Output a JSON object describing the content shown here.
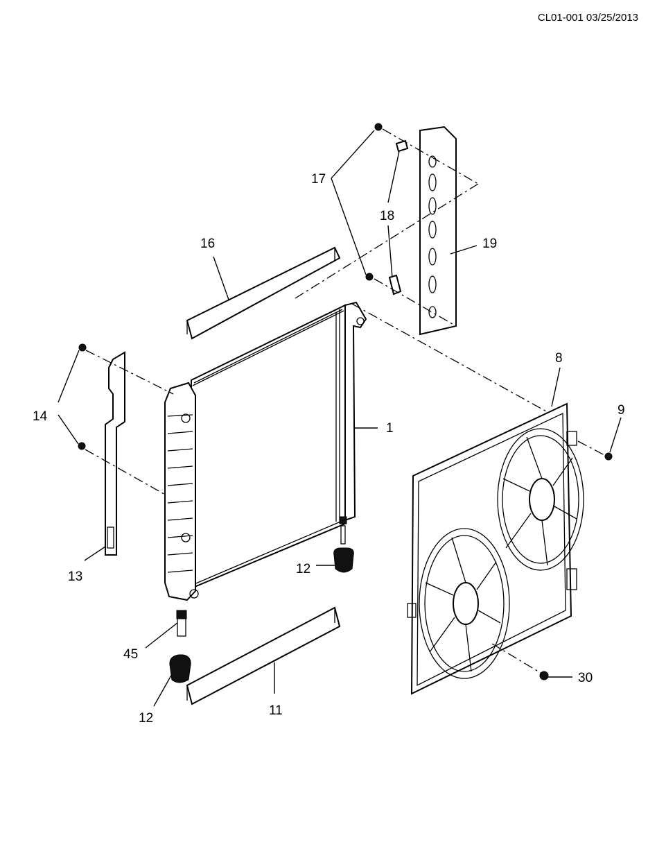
{
  "header": {
    "reference": "CL01-001 03/25/2013"
  },
  "callouts": {
    "c1": "1",
    "c8": "8",
    "c9": "9",
    "c11": "11",
    "c12a": "12",
    "c12b": "12",
    "c13": "13",
    "c14": "14",
    "c16": "16",
    "c17": "17",
    "c18": "18",
    "c19": "19",
    "c30": "30",
    "c45": "45"
  }
}
